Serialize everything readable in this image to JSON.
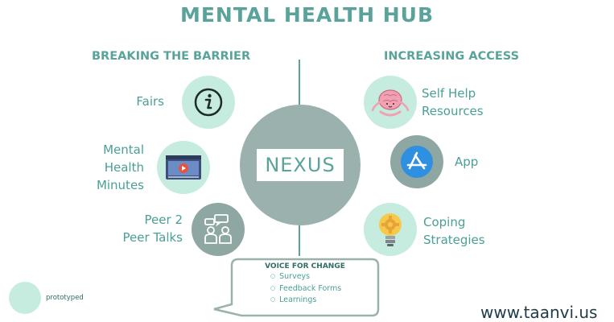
{
  "title": "MENTAL HEALTH HUB",
  "left": {
    "heading": "BREAKING THE BARRIER",
    "items": [
      {
        "label_lines": [
          "Fairs"
        ],
        "icon": "info-icon"
      },
      {
        "label_lines": [
          "Mental",
          "Health",
          "Minutes"
        ],
        "icon": "video-player-icon"
      },
      {
        "label_lines": [
          "Peer 2",
          "Peer Talks"
        ],
        "icon": "people-chat-icon"
      }
    ]
  },
  "right": {
    "heading": "INCREASING ACCESS",
    "items": [
      {
        "label_lines": [
          "Self Help",
          "Resources"
        ],
        "icon": "meditating-brain-icon"
      },
      {
        "label_lines": [
          "App"
        ],
        "icon": "app-store-icon"
      },
      {
        "label_lines": [
          "Coping",
          "Strategies"
        ],
        "icon": "lightbulb-gear-icon"
      }
    ]
  },
  "hub": {
    "label": "NEXUS"
  },
  "callout": {
    "title": "VOICE FOR CHANGE",
    "items": [
      "Surveys",
      "Feedback Forms",
      "Learnings"
    ]
  },
  "badge": {
    "label": "prototyped"
  },
  "footer": {
    "url": "www.taanvi.us"
  },
  "colors": {
    "accent": "#5aa39a",
    "mint": "#c6ecdf",
    "hub": "#9bb1ae",
    "dark": "#1f3b48"
  }
}
